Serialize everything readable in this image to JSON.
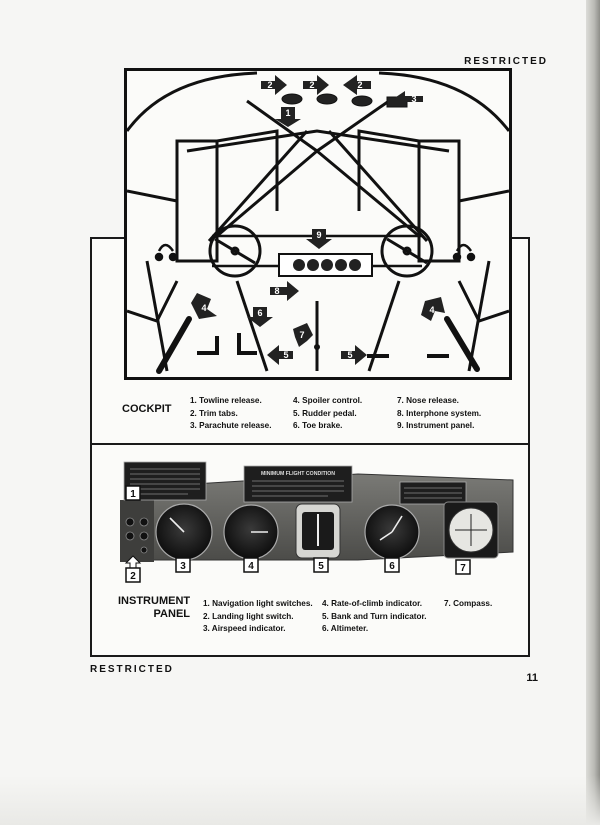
{
  "header": {
    "classification": "RESTRICTED"
  },
  "footer": {
    "classification": "RESTRICTED",
    "page_number": "11"
  },
  "cockpit": {
    "title": "COCKPIT",
    "callouts": [
      "1",
      "2",
      "2",
      "3",
      "4",
      "4",
      "5",
      "5",
      "6",
      "7",
      "8",
      "9"
    ],
    "legend": [
      "1. Towline release.",
      "2. Trim tabs.",
      "3. Parachute release.",
      "4. Spoiler control.",
      "5. Rudder pedal.",
      "6. Toe brake.",
      "7. Nose release.",
      "8. Interphone system.",
      "9. Instrument panel."
    ]
  },
  "instrument_panel": {
    "title_line1": "INSTRUMENT",
    "title_line2": "PANEL",
    "callouts": [
      "1",
      "2",
      "3",
      "4",
      "5",
      "6",
      "7"
    ],
    "placard_center_title": "MINIMUM FLIGHT CONDITION",
    "legend": [
      "1. Navigation light switches.",
      "2. Landing light switch.",
      "3. Airspeed indicator.",
      "4. Rate-of-climb indicator.",
      "5. Bank and Turn indicator.",
      "6. Altimeter.",
      "7. Compass."
    ]
  }
}
